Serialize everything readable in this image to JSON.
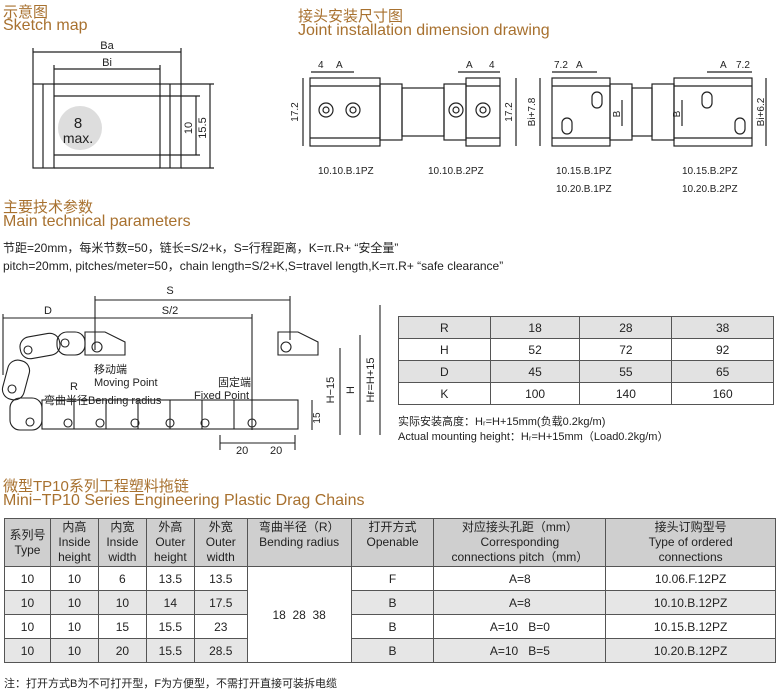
{
  "colors": {
    "title": "#a8712f",
    "header_bg": "#cfcfcf",
    "row_alt": "#e4e4e4"
  },
  "sketch": {
    "title_cn": "示意图",
    "title_en": "Sketch map",
    "label_ba": "Ba",
    "label_bi": "Bi",
    "dim_inner": "10",
    "dim_outer": "15.5",
    "max_num": "8",
    "max_label": "max."
  },
  "joint": {
    "title_cn": "接头安装尺寸图",
    "title_en": "Joint installation dimension drawing",
    "dims": {
      "d4": "4",
      "a": "A",
      "d72": "7.2",
      "h172": "17.2",
      "b": "B",
      "bi78": "Bi+7.8",
      "bi62": "Bi+6.2"
    },
    "models": [
      "10.10.B.1PZ",
      "10.10.B.2PZ",
      "10.15.B.1PZ",
      "10.20.B.1PZ",
      "10.15.B.2PZ",
      "10.20.B.2PZ"
    ]
  },
  "params": {
    "title_cn": "主要技术参数",
    "title_en": "Main technical parameters",
    "line_cn": "节距=20mm，每米节数=50，链长=S/2+k，S=行程距离，K=π.R+ “安全量”",
    "line_en": "pitch=20mm, pitches/meter=50，chain length=S/2+K,S=travel length,K=π.R+  “safe clearance”"
  },
  "bend_diagram": {
    "s": "S",
    "s2": "S/2",
    "d": "D",
    "moving_cn": "移动端",
    "moving_en": "Moving Point",
    "r": "R",
    "radius": "弯曲半径Bending radius",
    "fixed_cn": "固定端",
    "fixed_en": "Fixed Point",
    "h15": "H−15",
    "h": "H",
    "hf": "Hғ=H+15",
    "d15": "15",
    "p1": "20",
    "p2": "20"
  },
  "rtable": {
    "rows": [
      [
        "R",
        "18",
        "28",
        "38"
      ],
      [
        "H",
        "52",
        "72",
        "92"
      ],
      [
        "D",
        "45",
        "55",
        "65"
      ],
      [
        "K",
        "100",
        "140",
        "160"
      ]
    ]
  },
  "mount_cn": "实际安装高度：Hᵣ=H+15mm(负载0.2kg/m)",
  "mount_en": "Actual mounting height：Hᵣ=H+15mm（Load0.2kg/m）",
  "series": {
    "title_cn": "微型TP10系列工程塑料拖链",
    "title_en": "Mini−TP10 Series Engineering Plastic Drag Chains"
  },
  "mtable": {
    "headers": [
      [
        "系列号",
        "Type"
      ],
      [
        "内高",
        "Inside",
        "height"
      ],
      [
        "内宽",
        "Inside",
        "width"
      ],
      [
        "外高",
        "Outer",
        "height"
      ],
      [
        "外宽",
        "Outer",
        "width"
      ],
      [
        "弯曲半径（R）",
        "Bending radius"
      ],
      [
        "打开方式",
        "Openable"
      ],
      [
        "对应接头孔距（mm）",
        "Corresponding",
        "connections pitch（mm）"
      ],
      [
        "接头订购型号",
        "Type of ordered",
        "connections"
      ]
    ],
    "bending_radius": "18  28  38",
    "rows": [
      [
        "10",
        "10",
        "6",
        "13.5",
        "13.5",
        "F",
        "A=8",
        "10.06.F.12PZ"
      ],
      [
        "10",
        "10",
        "10",
        "14",
        "17.5",
        "B",
        "A=8",
        "10.10.B.12PZ"
      ],
      [
        "10",
        "10",
        "15",
        "15.5",
        "23",
        "B",
        "A=10   B=0",
        "10.15.B.12PZ"
      ],
      [
        "10",
        "10",
        "20",
        "15.5",
        "28.5",
        "B",
        "A=10   B=5",
        "10.20.B.12PZ"
      ]
    ]
  },
  "note": "注：打开方式B为不可打开型，F为方便型，不需打开直接可装拆电缆"
}
